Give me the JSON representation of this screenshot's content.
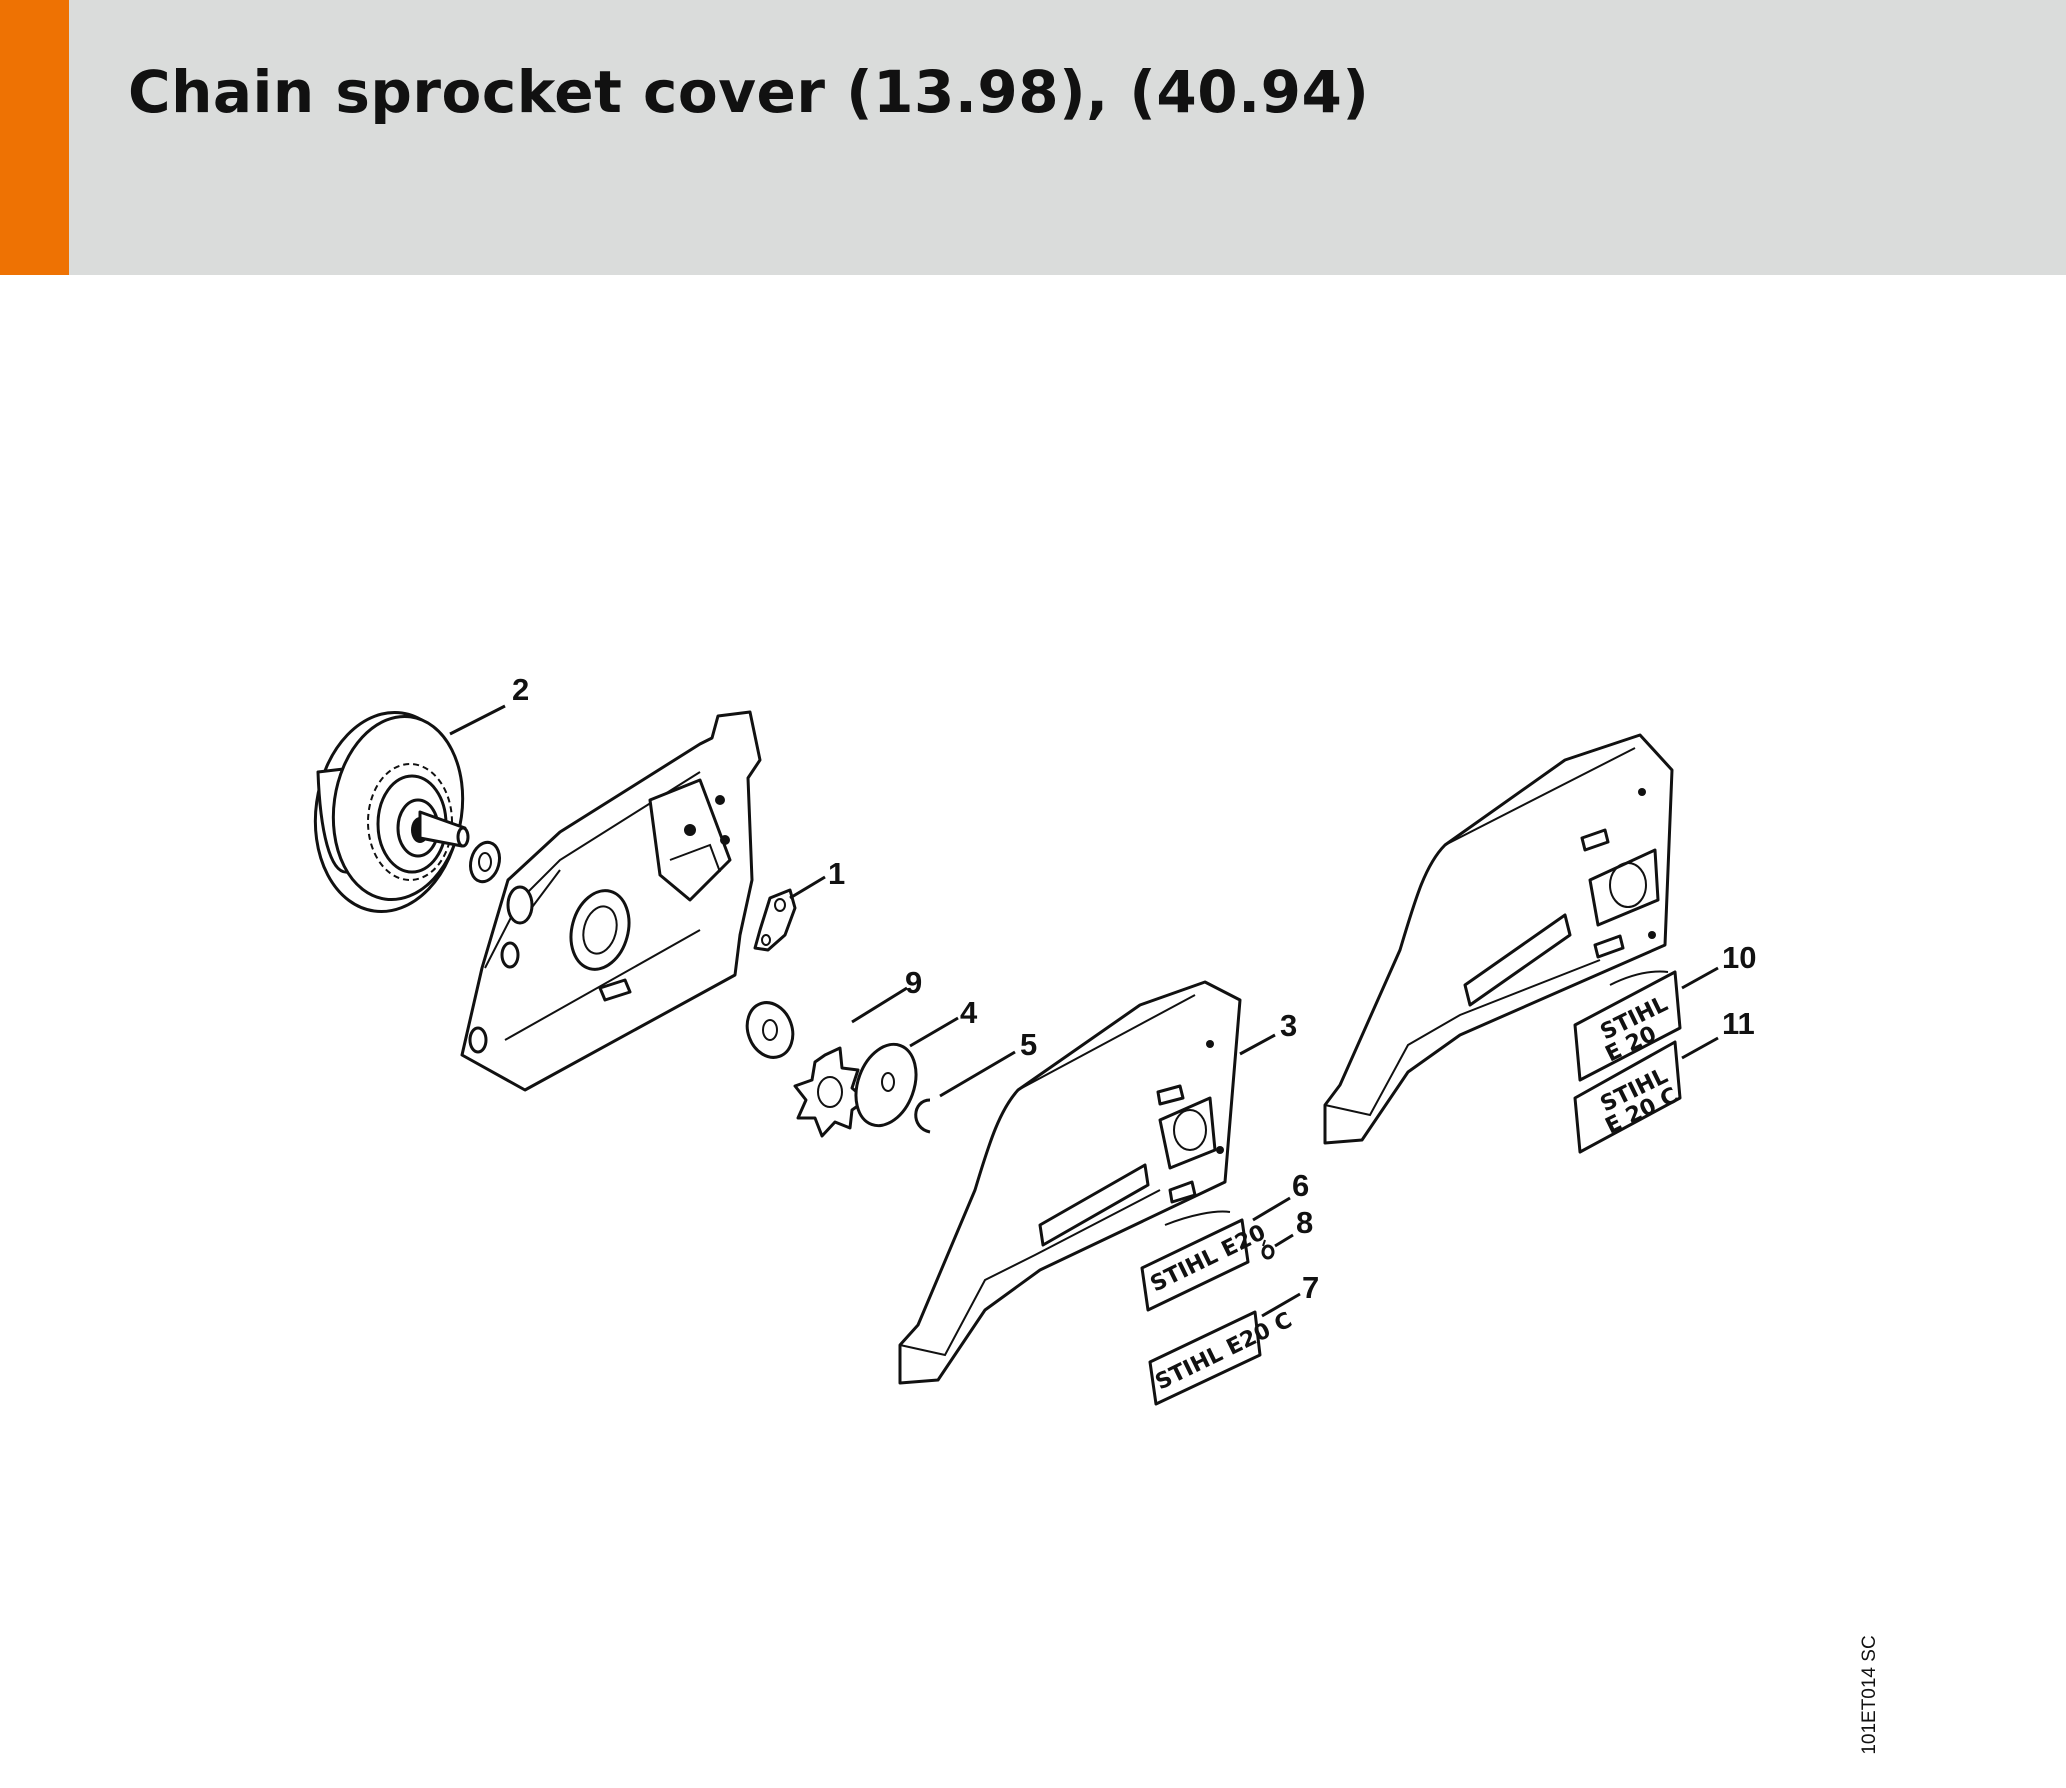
{
  "header": {
    "title": "Chain sprocket cover (13.98), (40.94)",
    "accent_color": "#ee7203",
    "background_color": "#dadcdb"
  },
  "diagram": {
    "callouts": {
      "c1": "1",
      "c2": "2",
      "c3": "3",
      "c4": "4",
      "c5": "5",
      "c6": "6",
      "c7": "7",
      "c8": "8",
      "c9": "9",
      "c10": "10",
      "c11": "11"
    },
    "plates": {
      "p6": "STIHL E20",
      "p7": "STIHL E20 C",
      "p10_line1": "STIHL",
      "p10_line2": "E 20",
      "p11_line1": "STIHL",
      "p11_line2": "E 20 C"
    },
    "reference": "101ET014 SC"
  }
}
